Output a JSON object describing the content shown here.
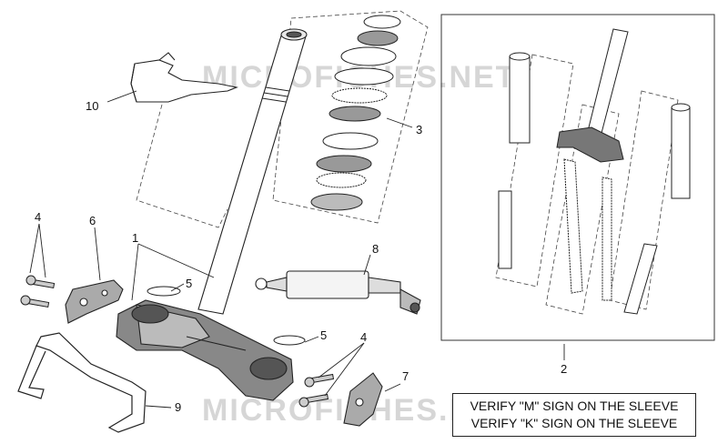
{
  "watermark": "MICROFICHES.NET",
  "callouts": {
    "c1": "1",
    "c2": "2",
    "c3": "3",
    "c4a": "4",
    "c4b": "4",
    "c5a": "5",
    "c5b": "5",
    "c6": "6",
    "c7": "7",
    "c8": "8",
    "c9": "9",
    "c10": "10"
  },
  "note": {
    "line1": "VERIFY \"M\" SIGN ON THE SLEEVE",
    "line2": "VERIFY \"K\" SIGN ON THE SLEEVE"
  }
}
